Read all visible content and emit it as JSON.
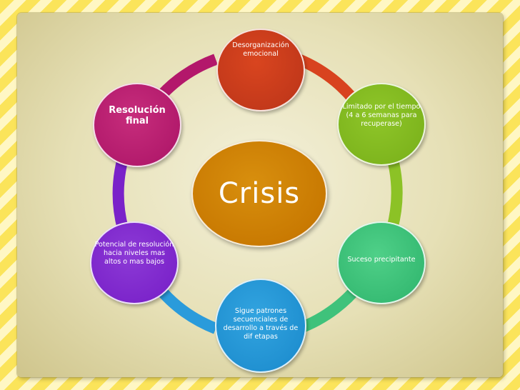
{
  "diagram": {
    "center": {
      "label": "Crisis",
      "color": "#c97a02"
    },
    "nodes": [
      {
        "id": "n1",
        "label": "Desorganización emocional",
        "color": "#c0371a"
      },
      {
        "id": "n2",
        "label": "Limitado por el tiempo (4 a 6 semanas para recuperase)",
        "color": "#7cb31c"
      },
      {
        "id": "n3",
        "label": "Suceso precipitante",
        "color": "#34b971"
      },
      {
        "id": "n4",
        "label": "Sigue patrones secuenciales de desarrollo a través de dif etapas",
        "color": "#1e8ecf"
      },
      {
        "id": "n5",
        "label": "Potencial de resolución hacia niveles mas altos o mas bajos",
        "color": "#7a22c9"
      },
      {
        "id": "n6",
        "label": "Resolución final",
        "color": "#b0186a"
      }
    ],
    "arc_colors": [
      "#d8431f",
      "#8cc226",
      "#3fc27b",
      "#2a9bdb",
      "#7a22c9",
      "#b3186b"
    ]
  }
}
